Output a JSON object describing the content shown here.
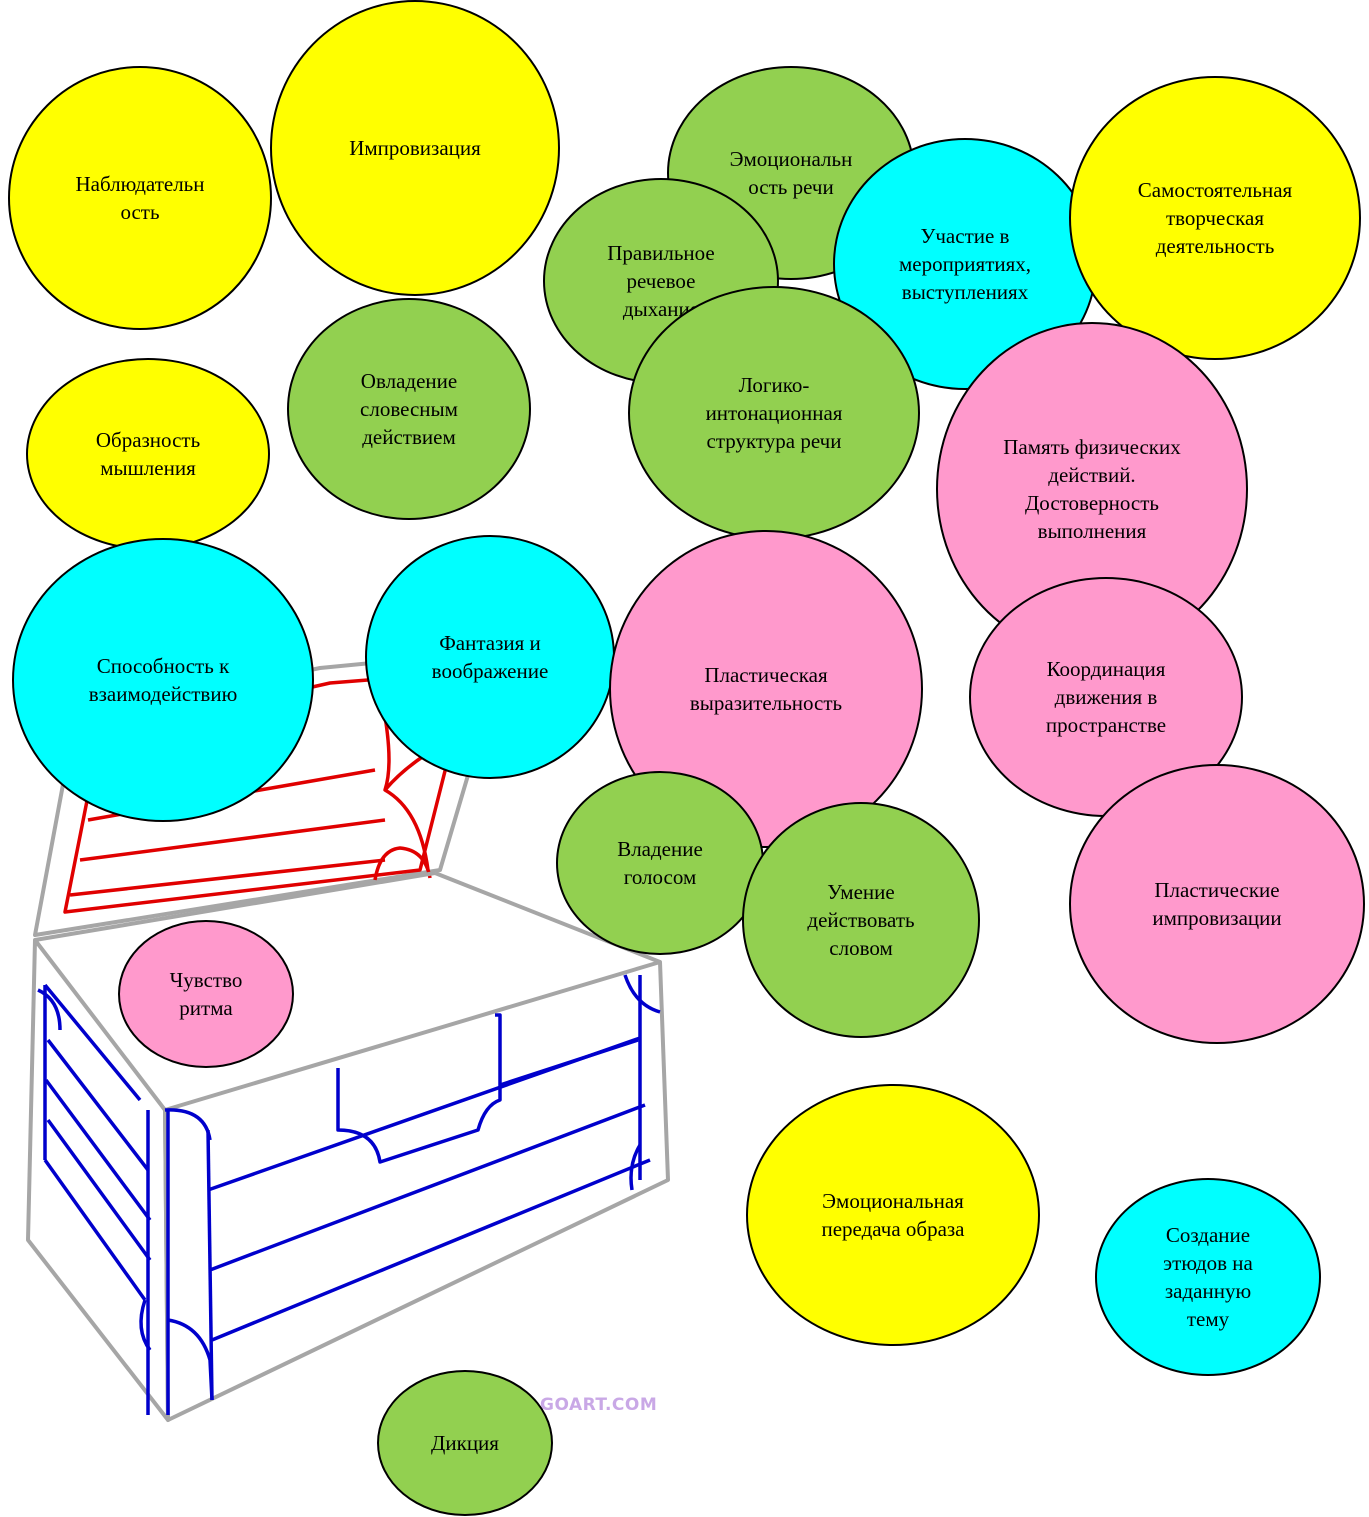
{
  "colors": {
    "yellow": "#ffff00",
    "green": "#92d050",
    "cyan": "#00ffff",
    "pink": "#ff99cc",
    "chest_lid_lines": "#e00000",
    "chest_body_lines": "#0000cc",
    "chest_outline": "#a6a6a6"
  },
  "bubbles": [
    {
      "id": "observation",
      "label": "Наблюдательн\nость",
      "color": "yellow"
    },
    {
      "id": "improvisation",
      "label": "Импровизация",
      "color": "yellow"
    },
    {
      "id": "speech-emotionality",
      "label": "Эмоциональн\nость речи",
      "color": "green"
    },
    {
      "id": "speech-breathing",
      "label": "Правильное\nречевое\nдыхание",
      "color": "green"
    },
    {
      "id": "events-participation",
      "label": "Участие в\nмероприятиях,\nвыступлениях",
      "color": "cyan"
    },
    {
      "id": "independent-creativity",
      "label": "Самостоятельная\nтворческая\nдеятельность",
      "color": "yellow"
    },
    {
      "id": "physical-actions-memory",
      "label": "Память физических\nдействий.\nДостоверность\nвыполнения",
      "color": "pink"
    },
    {
      "id": "logic-intonation",
      "label": "Логико-\nинтонационная\nструктура речи",
      "color": "green"
    },
    {
      "id": "verbal-action",
      "label": "Овладение\nсловесным\nдействием",
      "color": "green"
    },
    {
      "id": "imaginative-thinking",
      "label": "Образность\nмышления",
      "color": "yellow"
    },
    {
      "id": "interaction-ability",
      "label": "Способность к\nвзаимодействию",
      "color": "cyan"
    },
    {
      "id": "fantasy",
      "label": "Фантазия и\nвоображение",
      "color": "cyan"
    },
    {
      "id": "plastic-expressiveness",
      "label": "Пластическая\nвыразительность",
      "color": "pink"
    },
    {
      "id": "movement-coordination",
      "label": "Координация\nдвижения в\nпространстве",
      "color": "pink"
    },
    {
      "id": "voice-mastery",
      "label": "Владение\nголосом",
      "color": "green"
    },
    {
      "id": "word-acting",
      "label": "Умение\nдействовать\nсловом",
      "color": "green"
    },
    {
      "id": "plastic-improvisations",
      "label": "Пластические\nимпровизации",
      "color": "pink"
    },
    {
      "id": "rhythm",
      "label": "Чувство\nритма",
      "color": "pink"
    },
    {
      "id": "emotional-image",
      "label": "Эмоциональная\nпередача образа",
      "color": "yellow"
    },
    {
      "id": "etudes",
      "label": "Создание\nэтюдов на\nзаданную\nтему",
      "color": "cyan"
    },
    {
      "id": "diction",
      "label": "Дикция",
      "color": "green"
    }
  ],
  "watermark": "GOART.COM"
}
